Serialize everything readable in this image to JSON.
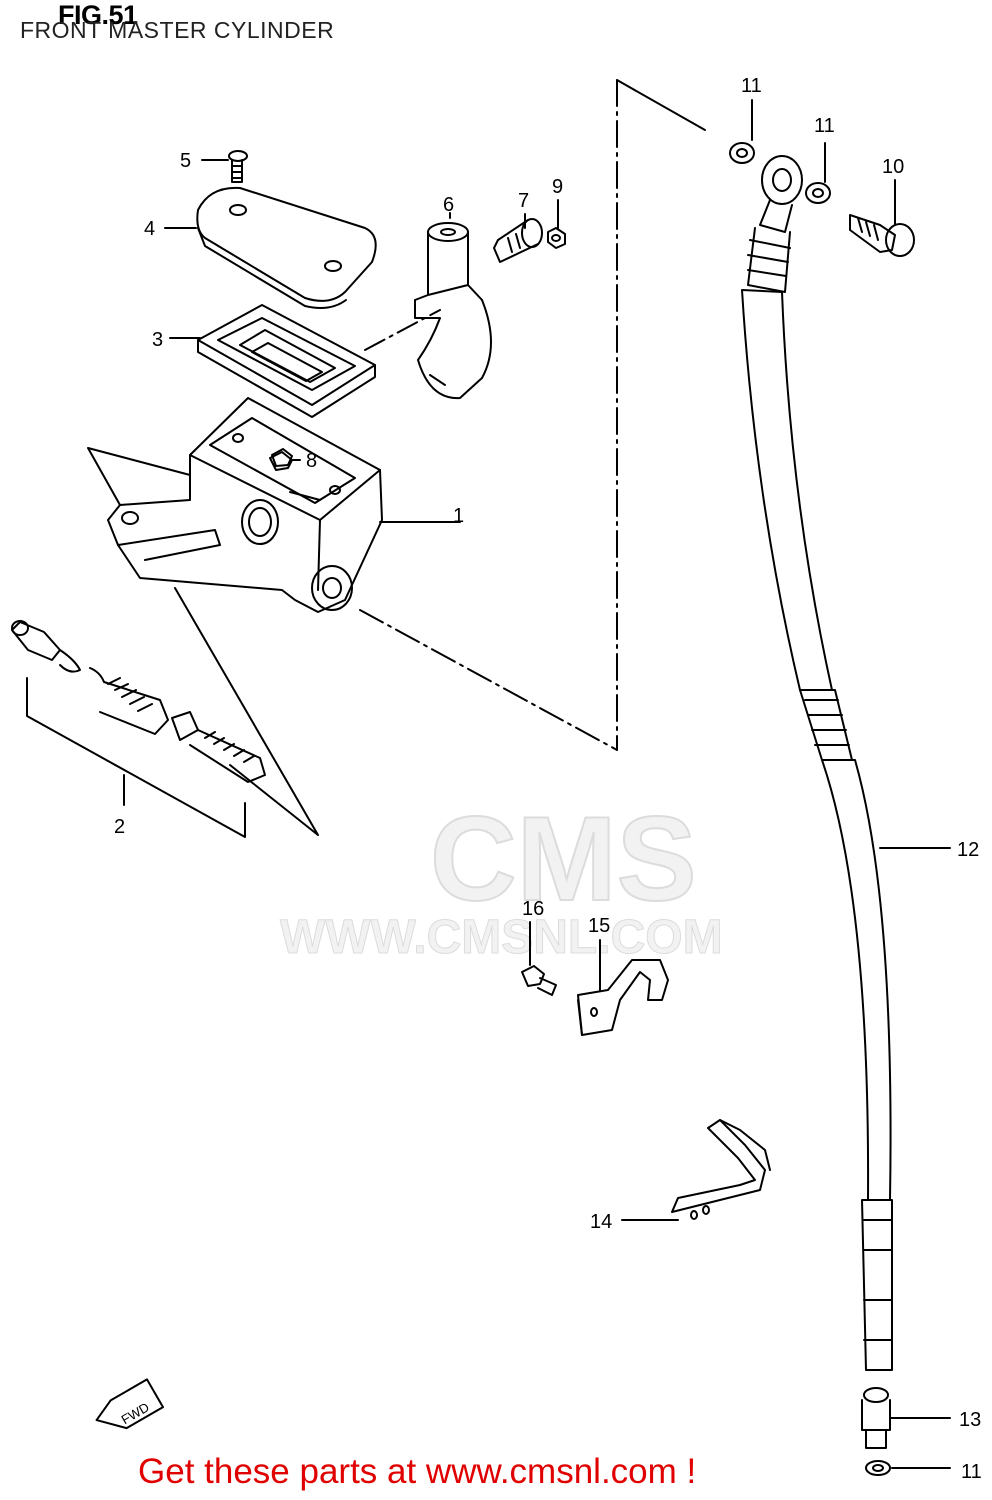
{
  "figure": {
    "number": "FIG.51",
    "title": "FRONT MASTER CYLINDER"
  },
  "watermark": {
    "logo_text": "CMS",
    "url": "WWW.CMSNL.COM"
  },
  "footer": {
    "text": "Get these parts at www.cmsnl.com !"
  },
  "forward_arrow_label": "FWD",
  "callouts": [
    "1",
    "2",
    "3",
    "4",
    "5",
    "6",
    "7",
    "8",
    "9",
    "10",
    "11",
    "11",
    "11",
    "12",
    "13",
    "14",
    "15",
    "16"
  ],
  "colors": {
    "line": "#000000",
    "footer": "#e00000",
    "watermark": "#dcdcdc"
  }
}
